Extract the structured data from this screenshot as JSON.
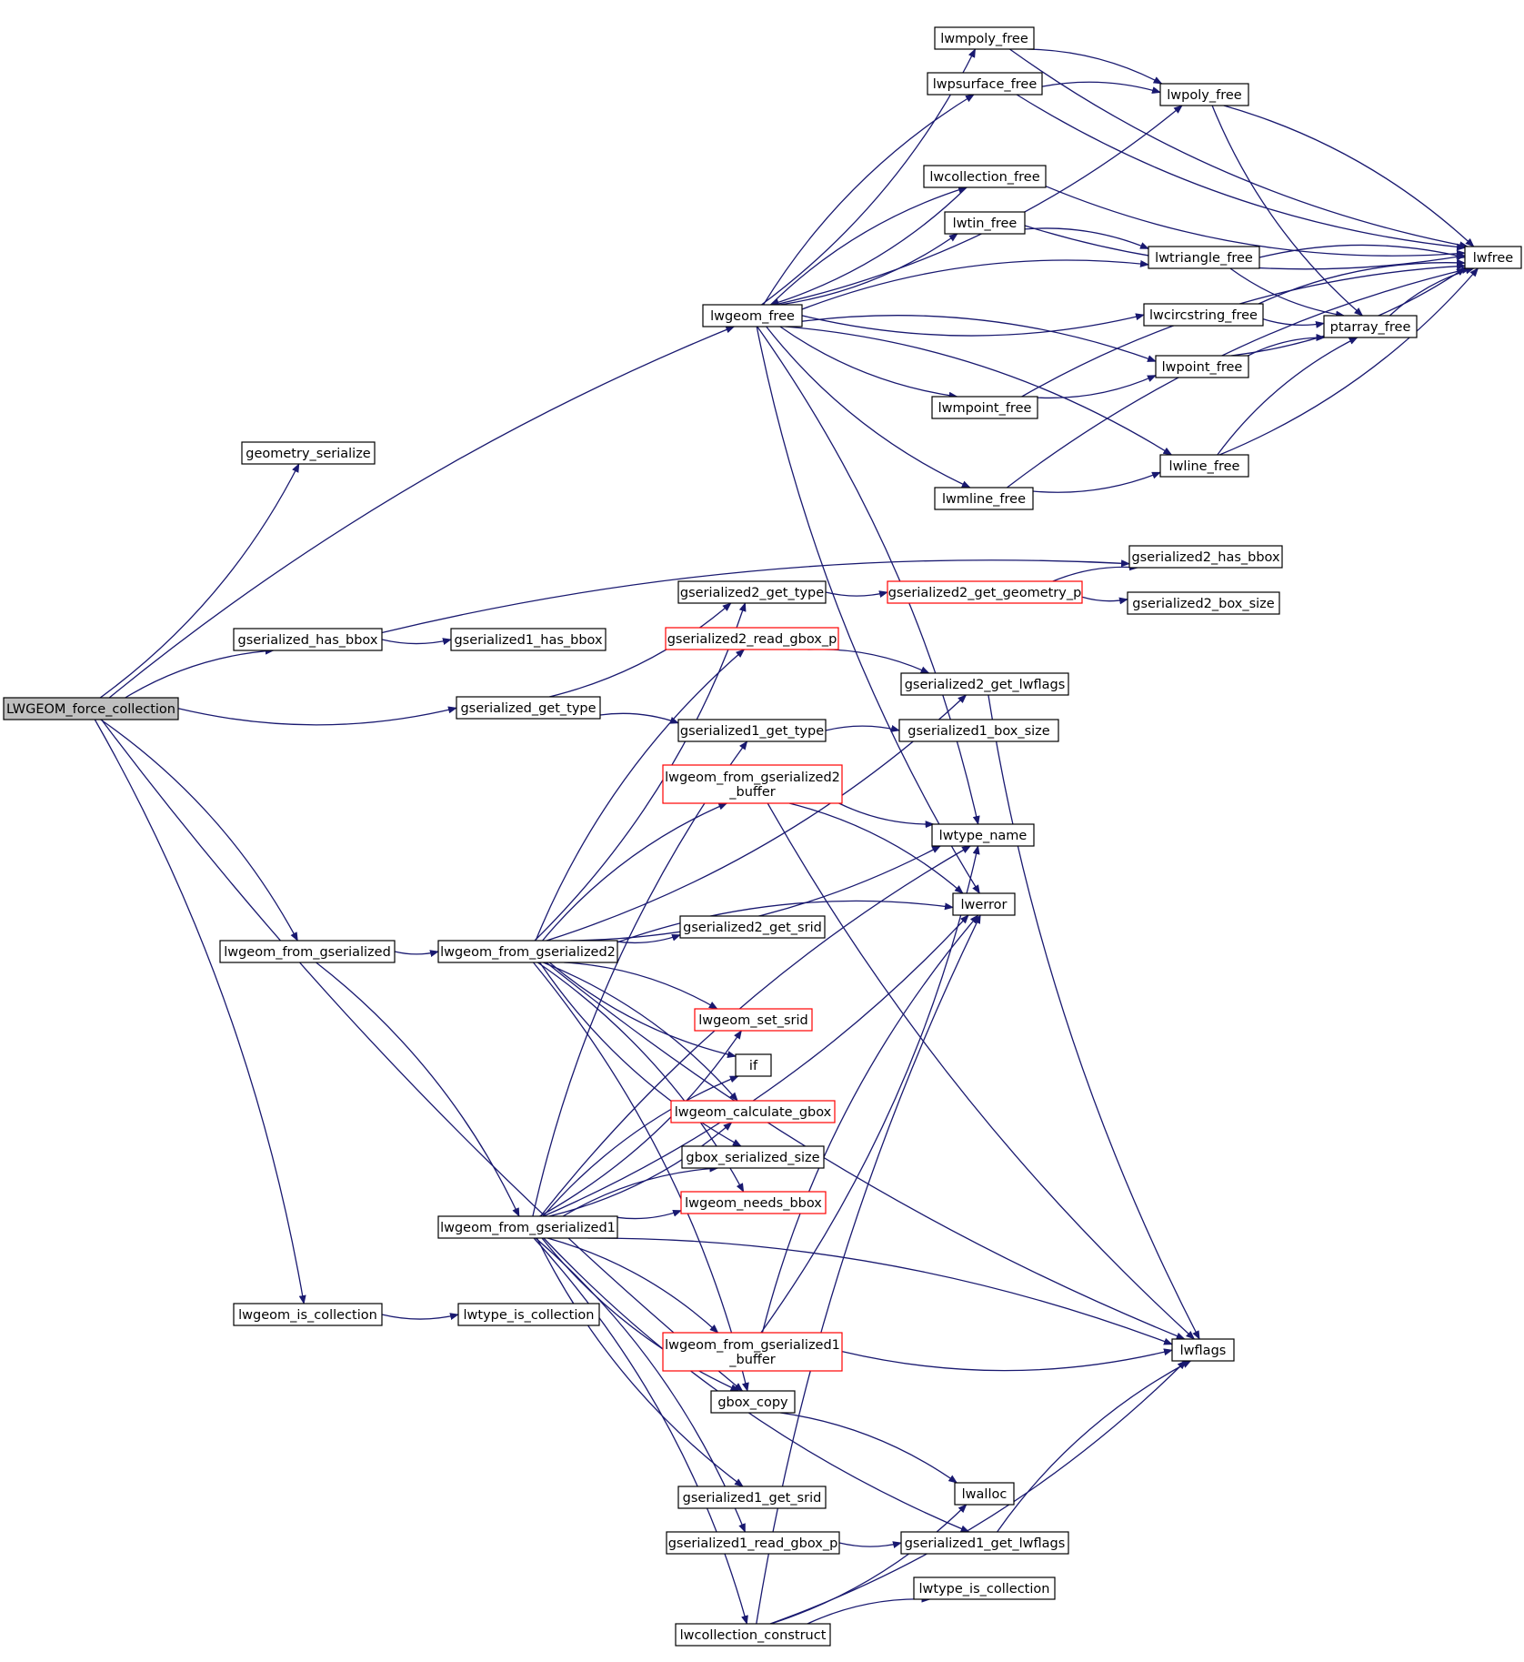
{
  "colors": {
    "edge": "#191970",
    "node_border": "#000000",
    "node_border_incomplete": "#ff0000",
    "root_fill": "#bfbfbf",
    "node_fill": "#ffffff"
  },
  "root": "LWGEOM_force_collection",
  "nodes": [
    {
      "id": "root",
      "lines": [
        "LWGEOM_force_collection"
      ],
      "style": "root"
    },
    {
      "id": "lwgeom_free",
      "lines": [
        "lwgeom_free"
      ]
    },
    {
      "id": "lwmpoly_free",
      "lines": [
        "lwmpoly_free"
      ]
    },
    {
      "id": "lwpsurface_free",
      "lines": [
        "lwpsurface_free"
      ]
    },
    {
      "id": "lwpoly_free",
      "lines": [
        "lwpoly_free"
      ]
    },
    {
      "id": "lwcollection_free",
      "lines": [
        "lwcollection_free"
      ]
    },
    {
      "id": "lwtin_free",
      "lines": [
        "lwtin_free"
      ]
    },
    {
      "id": "lwtriangle_free",
      "lines": [
        "lwtriangle_free"
      ]
    },
    {
      "id": "lwfree",
      "lines": [
        "lwfree"
      ]
    },
    {
      "id": "lwcircstring_free",
      "lines": [
        "lwcircstring_free"
      ]
    },
    {
      "id": "ptarray_free",
      "lines": [
        "ptarray_free"
      ]
    },
    {
      "id": "lwpoint_free",
      "lines": [
        "lwpoint_free"
      ]
    },
    {
      "id": "lwmpoint_free",
      "lines": [
        "lwmpoint_free"
      ]
    },
    {
      "id": "lwline_free",
      "lines": [
        "lwline_free"
      ]
    },
    {
      "id": "lwmline_free",
      "lines": [
        "lwmline_free"
      ]
    },
    {
      "id": "geometry_serialize",
      "lines": [
        "geometry_serialize"
      ]
    },
    {
      "id": "gs2_has_bbox",
      "lines": [
        "gserialized2_has_bbox"
      ]
    },
    {
      "id": "gs2_get_type",
      "lines": [
        "gserialized2_get_type"
      ]
    },
    {
      "id": "gs2_get_geometry_p",
      "lines": [
        "gserialized2_get_geometry_p"
      ],
      "style": "red"
    },
    {
      "id": "gs2_box_size",
      "lines": [
        "gserialized2_box_size"
      ]
    },
    {
      "id": "gs_has_bbox",
      "lines": [
        "gserialized_has_bbox"
      ]
    },
    {
      "id": "gs1_has_bbox",
      "lines": [
        "gserialized1_has_bbox"
      ]
    },
    {
      "id": "gs2_read_gbox_p",
      "lines": [
        "gserialized2_read_gbox_p"
      ],
      "style": "red"
    },
    {
      "id": "gs2_get_lwflags",
      "lines": [
        "gserialized2_get_lwflags"
      ]
    },
    {
      "id": "gs_get_type",
      "lines": [
        "gserialized_get_type"
      ]
    },
    {
      "id": "gs1_get_type",
      "lines": [
        "gserialized1_get_type"
      ]
    },
    {
      "id": "gs1_box_size",
      "lines": [
        "gserialized1_box_size"
      ]
    },
    {
      "id": "lfg2_buffer",
      "lines": [
        "lwgeom_from_gserialized2",
        "_buffer"
      ],
      "style": "red"
    },
    {
      "id": "lwtype_name",
      "lines": [
        "lwtype_name"
      ]
    },
    {
      "id": "lwerror",
      "lines": [
        "lwerror"
      ]
    },
    {
      "id": "gs2_get_srid",
      "lines": [
        "gserialized2_get_srid"
      ]
    },
    {
      "id": "lwgeom_from_gserialized",
      "lines": [
        "lwgeom_from_gserialized"
      ]
    },
    {
      "id": "lfg2",
      "lines": [
        "lwgeom_from_gserialized2"
      ]
    },
    {
      "id": "lwgeom_set_srid",
      "lines": [
        "lwgeom_set_srid"
      ],
      "style": "red"
    },
    {
      "id": "if",
      "lines": [
        "if"
      ]
    },
    {
      "id": "lwgeom_calculate_gbox",
      "lines": [
        "lwgeom_calculate_gbox"
      ],
      "style": "red"
    },
    {
      "id": "gbox_serialized_size",
      "lines": [
        "gbox_serialized_size"
      ]
    },
    {
      "id": "lwgeom_needs_bbox",
      "lines": [
        "lwgeom_needs_bbox"
      ],
      "style": "red"
    },
    {
      "id": "lfg1",
      "lines": [
        "lwgeom_from_gserialized1"
      ]
    },
    {
      "id": "lwgeom_is_collection",
      "lines": [
        "lwgeom_is_collection"
      ]
    },
    {
      "id": "lwtype_is_collection_a",
      "lines": [
        "lwtype_is_collection"
      ]
    },
    {
      "id": "lfg1_buffer",
      "lines": [
        "lwgeom_from_gserialized1",
        "_buffer"
      ],
      "style": "red"
    },
    {
      "id": "lwflags",
      "lines": [
        "lwflags"
      ]
    },
    {
      "id": "gbox_copy",
      "lines": [
        "gbox_copy"
      ]
    },
    {
      "id": "lwalloc",
      "lines": [
        "lwalloc"
      ]
    },
    {
      "id": "gs1_get_srid",
      "lines": [
        "gserialized1_get_srid"
      ]
    },
    {
      "id": "gs1_read_gbox_p",
      "lines": [
        "gserialized1_read_gbox_p"
      ]
    },
    {
      "id": "gs1_get_lwflags",
      "lines": [
        "gserialized1_get_lwflags"
      ]
    },
    {
      "id": "lwtype_is_collection_b",
      "lines": [
        "lwtype_is_collection"
      ]
    },
    {
      "id": "lwcollection_construct",
      "lines": [
        "lwcollection_construct"
      ]
    }
  ],
  "edges": [
    [
      "root",
      "lwgeom_free"
    ],
    [
      "root",
      "geometry_serialize"
    ],
    [
      "root",
      "gs_has_bbox"
    ],
    [
      "root",
      "gs_get_type"
    ],
    [
      "root",
      "lwgeom_from_gserialized"
    ],
    [
      "root",
      "gbox_copy"
    ],
    [
      "root",
      "lwgeom_is_collection"
    ],
    [
      "lwgeom_free",
      "lwmpoly_free"
    ],
    [
      "lwgeom_free",
      "lwpsurface_free"
    ],
    [
      "lwgeom_free",
      "lwpoly_free"
    ],
    [
      "lwgeom_free",
      "lwcollection_free"
    ],
    [
      "lwgeom_free",
      "lwtin_free"
    ],
    [
      "lwgeom_free",
      "lwtriangle_free"
    ],
    [
      "lwgeom_free",
      "lwcircstring_free"
    ],
    [
      "lwgeom_free",
      "lwpoint_free"
    ],
    [
      "lwgeom_free",
      "lwmpoint_free"
    ],
    [
      "lwgeom_free",
      "lwline_free"
    ],
    [
      "lwgeom_free",
      "lwmline_free"
    ],
    [
      "lwgeom_free",
      "lwtype_name"
    ],
    [
      "lwgeom_free",
      "lwerror"
    ],
    [
      "lwmpoly_free",
      "lwpoly_free"
    ],
    [
      "lwmpoly_free",
      "lwfree"
    ],
    [
      "lwpsurface_free",
      "lwpoly_free"
    ],
    [
      "lwpsurface_free",
      "lwfree"
    ],
    [
      "lwpoly_free",
      "lwfree"
    ],
    [
      "lwpoly_free",
      "ptarray_free"
    ],
    [
      "lwcollection_free",
      "lwgeom_free"
    ],
    [
      "lwcollection_free",
      "lwfree"
    ],
    [
      "lwtin_free",
      "lwtriangle_free"
    ],
    [
      "lwtin_free",
      "lwfree"
    ],
    [
      "lwtriangle_free",
      "lwfree"
    ],
    [
      "lwtriangle_free",
      "ptarray_free"
    ],
    [
      "lwcircstring_free",
      "lwfree"
    ],
    [
      "lwcircstring_free",
      "ptarray_free"
    ],
    [
      "ptarray_free",
      "lwfree"
    ],
    [
      "lwpoint_free",
      "lwfree"
    ],
    [
      "lwpoint_free",
      "ptarray_free"
    ],
    [
      "lwmpoint_free",
      "lwpoint_free"
    ],
    [
      "lwmpoint_free",
      "lwfree"
    ],
    [
      "lwline_free",
      "lwfree"
    ],
    [
      "lwline_free",
      "ptarray_free"
    ],
    [
      "lwmline_free",
      "lwline_free"
    ],
    [
      "lwmline_free",
      "lwfree"
    ],
    [
      "gs_has_bbox",
      "gs1_has_bbox"
    ],
    [
      "gs_has_bbox",
      "gs2_has_bbox"
    ],
    [
      "gs_get_type",
      "gs2_get_type"
    ],
    [
      "gs_get_type",
      "gs1_get_type"
    ],
    [
      "gs2_get_type",
      "gs2_get_geometry_p"
    ],
    [
      "gs2_get_geometry_p",
      "gs2_has_bbox"
    ],
    [
      "gs2_get_geometry_p",
      "gs2_box_size"
    ],
    [
      "gs2_read_gbox_p",
      "gs2_get_lwflags"
    ],
    [
      "gs2_get_lwflags",
      "lwflags"
    ],
    [
      "gs1_get_type",
      "gs1_box_size"
    ],
    [
      "lwgeom_from_gserialized",
      "lfg2"
    ],
    [
      "lwgeom_from_gserialized",
      "lfg1"
    ],
    [
      "lfg2",
      "gs2_get_type"
    ],
    [
      "lfg2",
      "gs2_read_gbox_p"
    ],
    [
      "lfg2",
      "gs2_get_lwflags"
    ],
    [
      "lfg2",
      "lfg2_buffer"
    ],
    [
      "lfg2",
      "lwtype_name"
    ],
    [
      "lfg2",
      "lwerror"
    ],
    [
      "lfg2",
      "gs2_get_srid"
    ],
    [
      "lfg2",
      "lwgeom_set_srid"
    ],
    [
      "lfg2",
      "if"
    ],
    [
      "lfg2",
      "lwgeom_calculate_gbox"
    ],
    [
      "lfg2",
      "gbox_serialized_size"
    ],
    [
      "lfg2",
      "lwgeom_needs_bbox"
    ],
    [
      "lfg2",
      "lwflags"
    ],
    [
      "lfg2",
      "gbox_copy"
    ],
    [
      "lfg2_buffer",
      "lwtype_name"
    ],
    [
      "lfg2_buffer",
      "lwerror"
    ],
    [
      "lfg2_buffer",
      "lwflags"
    ],
    [
      "lfg1",
      "gs1_get_type"
    ],
    [
      "lfg1",
      "lwgeom_set_srid"
    ],
    [
      "lfg1",
      "if"
    ],
    [
      "lfg1",
      "lwgeom_calculate_gbox"
    ],
    [
      "lfg1",
      "gbox_serialized_size"
    ],
    [
      "lfg1",
      "lwgeom_needs_bbox"
    ],
    [
      "lfg1",
      "lwtype_name"
    ],
    [
      "lfg1",
      "lwerror"
    ],
    [
      "lfg1",
      "lfg1_buffer"
    ],
    [
      "lfg1",
      "gbox_copy"
    ],
    [
      "lfg1",
      "lwflags"
    ],
    [
      "lfg1",
      "gs1_get_srid"
    ],
    [
      "lfg1",
      "gs1_read_gbox_p"
    ],
    [
      "lfg1",
      "gs1_get_lwflags"
    ],
    [
      "lfg1",
      "lwcollection_construct"
    ],
    [
      "lfg1_buffer",
      "lwtype_name"
    ],
    [
      "lfg1_buffer",
      "lwerror"
    ],
    [
      "lfg1_buffer",
      "lwflags"
    ],
    [
      "gbox_copy",
      "lwalloc"
    ],
    [
      "gs1_read_gbox_p",
      "gs1_get_lwflags"
    ],
    [
      "gs1_get_lwflags",
      "lwflags"
    ],
    [
      "lwgeom_is_collection",
      "lwtype_is_collection_a"
    ],
    [
      "lwcollection_construct",
      "lwtype_is_collection_b"
    ],
    [
      "lwcollection_construct",
      "lwalloc"
    ],
    [
      "lwcollection_construct",
      "lwerror"
    ],
    [
      "lwcollection_construct",
      "lwflags"
    ]
  ]
}
